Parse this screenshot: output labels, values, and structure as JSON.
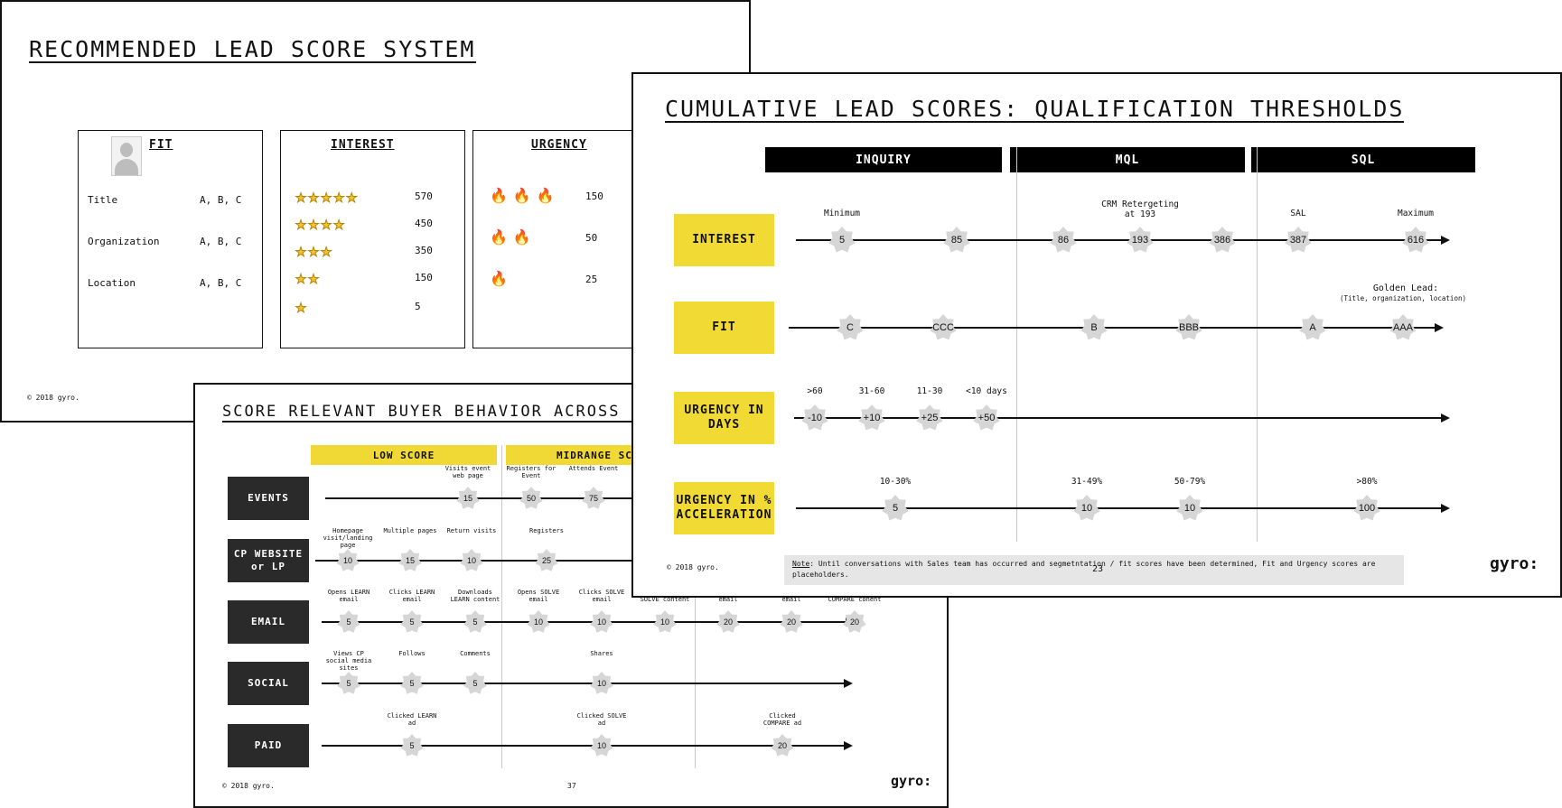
{
  "slide1": {
    "title": "RECOMMENDED LEAD SCORE SYSTEM",
    "copyright": "© 2018 gyro.",
    "fit": {
      "heading": "FIT",
      "rows": [
        {
          "label": "Title",
          "value": "A, B, C"
        },
        {
          "label": "Organization",
          "value": "A, B, C"
        },
        {
          "label": "Location",
          "value": "A, B, C"
        }
      ]
    },
    "interest": {
      "heading": "INTEREST",
      "rows": [
        {
          "stars": 5,
          "value": "570"
        },
        {
          "stars": 4,
          "value": "450"
        },
        {
          "stars": 3,
          "value": "350"
        },
        {
          "stars": 2,
          "value": "150"
        },
        {
          "stars": 1,
          "value": "5"
        }
      ]
    },
    "urgency": {
      "heading": "URGENCY",
      "rows": [
        {
          "flames": 3,
          "value": "150"
        },
        {
          "flames": 2,
          "value": "50"
        },
        {
          "flames": 1,
          "value": "25"
        }
      ]
    }
  },
  "slide2": {
    "title": "SCORE RELEVANT BUYER BEHAVIOR ACROSS TOUCHPO",
    "bands": [
      "LOW SCORE",
      "MIDRANGE SCOR"
    ],
    "copyright": "© 2018 gyro.",
    "page_number": "37",
    "logo": "gyro:",
    "rows": [
      {
        "label": "EVENTS",
        "points": [
          {
            "caption": "Visits event web page",
            "score": "15"
          },
          {
            "caption": "Registers for Event",
            "score": "50"
          },
          {
            "caption": "Attends Event",
            "score": "75"
          }
        ]
      },
      {
        "label": "CP WEBSITE or LP",
        "points": [
          {
            "caption": "Homepage visit/landing page",
            "score": "10"
          },
          {
            "caption": "Multiple pages",
            "score": "15"
          },
          {
            "caption": "Return visits",
            "score": "10"
          },
          {
            "caption": "Registers",
            "score": "25"
          }
        ]
      },
      {
        "label": "EMAIL",
        "points": [
          {
            "caption": "Opens LEARN email",
            "score": "5"
          },
          {
            "caption": "Clicks LEARN email",
            "score": "5"
          },
          {
            "caption": "Downloads LEARN content",
            "score": "5"
          },
          {
            "caption": "Opens SOLVE email",
            "score": "10"
          },
          {
            "caption": "Clicks SOLVE email",
            "score": "10"
          },
          {
            "caption": "Downloads SOLVE content",
            "score": "10"
          },
          {
            "caption": "Opens COMPARE email",
            "score": "20"
          },
          {
            "caption": "Clicks COMPARE email",
            "score": "20"
          },
          {
            "caption": "Downloads COMPARE conent",
            "score": "20"
          }
        ]
      },
      {
        "label": "SOCIAL",
        "points": [
          {
            "caption": "Views CP social media sites",
            "score": "5"
          },
          {
            "caption": "Follows",
            "score": "5"
          },
          {
            "caption": "Comments",
            "score": "5"
          },
          {
            "caption": "Shares",
            "score": "10"
          }
        ]
      },
      {
        "label": "PAID",
        "points": [
          {
            "caption": "Clicked LEARN ad",
            "score": "5"
          },
          {
            "caption": "Clicked SOLVE ad",
            "score": "10"
          },
          {
            "caption": "Clicked COMPARE ad",
            "score": "20"
          }
        ]
      }
    ]
  },
  "slide3": {
    "title": "CUMULATIVE LEAD SCORES: QUALIFICATION THRESHOLDS",
    "bands": [
      "INQUIRY",
      "MQL",
      "SQL"
    ],
    "copyright": "© 2018 gyro.",
    "page_number": "23",
    "logo": "gyro:",
    "note_label": "Note",
    "note_text": ": Until conversations with Sales team has occurred and segmetntation / fit scores have been determined, Fit and Urgency scores are placeholders.",
    "rows": [
      {
        "label": "INTEREST",
        "points": [
          {
            "caption": "Minimum",
            "score": "5"
          },
          {
            "caption": "",
            "score": "85"
          },
          {
            "caption": "",
            "score": "86"
          },
          {
            "caption": "CRM Retergeting at 193",
            "score": "193"
          },
          {
            "caption": "",
            "score": "386"
          },
          {
            "caption": "SAL",
            "score": "387"
          },
          {
            "caption": "Maximum",
            "score": "616"
          }
        ]
      },
      {
        "label": "FIT",
        "annotation_title": "Golden Lead:",
        "annotation_sub": "(Title, organization, location)",
        "points": [
          {
            "caption": "",
            "score": "C"
          },
          {
            "caption": "",
            "score": "CCC"
          },
          {
            "caption": "",
            "score": "B"
          },
          {
            "caption": "",
            "score": "BBB"
          },
          {
            "caption": "",
            "score": "A"
          },
          {
            "caption": "",
            "score": "AAA"
          }
        ]
      },
      {
        "label": "URGENCY IN DAYS",
        "points": [
          {
            "caption": ">60",
            "score": "-10"
          },
          {
            "caption": "31-60",
            "score": "+10"
          },
          {
            "caption": "11-30",
            "score": "+25"
          },
          {
            "caption": "<10 days",
            "score": "+50"
          }
        ]
      },
      {
        "label": "URGENCY IN % ACCELERATION",
        "points": [
          {
            "caption": "10-30%",
            "score": "5"
          },
          {
            "caption": "31-49%",
            "score": "10"
          },
          {
            "caption": "50-79%",
            "score": "10"
          },
          {
            "caption": ">80%",
            "score": "100"
          }
        ]
      }
    ]
  }
}
